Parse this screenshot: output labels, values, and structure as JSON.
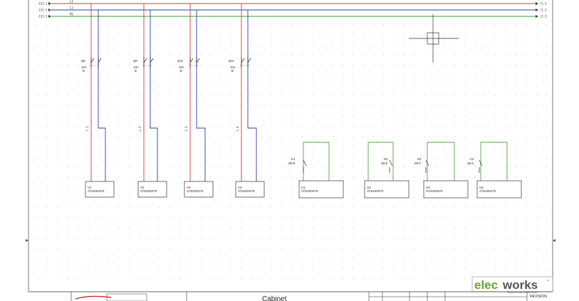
{
  "bus": {
    "left_tags": [
      "-1S1:1",
      "-1S1:2",
      "-1S1:3"
    ],
    "line_labels": [
      "L1",
      "L2",
      "PE"
    ],
    "right_tags": [
      "/1:1",
      "/1:2",
      "/1:3"
    ]
  },
  "breakers": [
    {
      "tag": "Q8",
      "rating": "10A",
      "poles": "B"
    },
    {
      "tag": "Q9",
      "rating": "10A",
      "poles": "B"
    },
    {
      "tag": "Q10",
      "rating": "10A",
      "poles": "B"
    },
    {
      "tag": "Q11",
      "rating": "10A",
      "poles": "B"
    }
  ],
  "power_units": [
    {
      "id": "V1",
      "part": "ATS220470"
    },
    {
      "id": "V2",
      "part": "ATS220470"
    },
    {
      "id": "V3",
      "part": "ATS220470"
    },
    {
      "id": "V4",
      "part": "ATS220470"
    }
  ],
  "relay_units": [
    {
      "contact": "K4",
      "ref": "2B-D",
      "id": "U1",
      "part": "ATS220470"
    },
    {
      "contact": "K5",
      "ref": "2B-E",
      "id": "U2",
      "part": "ATS220470"
    },
    {
      "contact": "K6",
      "ref": "2B-F",
      "id": "U3",
      "part": "ATS220470"
    },
    {
      "contact": "K3",
      "ref": "2B-C",
      "id": "U4",
      "part": "ATS220470"
    }
  ],
  "wire_refs": [
    "1.1",
    "1.2",
    "1.3",
    "1.4"
  ],
  "title_block": {
    "title": "Cabinet",
    "logo_brand_a": "elec",
    "logo_brand_b": "works",
    "logo_tm": "™",
    "logo_tagline": "electrical CAD for the world",
    "revision": "REVISION"
  },
  "colors": {
    "phase_red": "#d23a3a",
    "phase_blue": "#2c3fa0",
    "earth_green": "#3a9a3a",
    "relay_green": "#5aa04a",
    "grid_dot": "#9a9a9a",
    "logo_green": "#6aa52a"
  }
}
